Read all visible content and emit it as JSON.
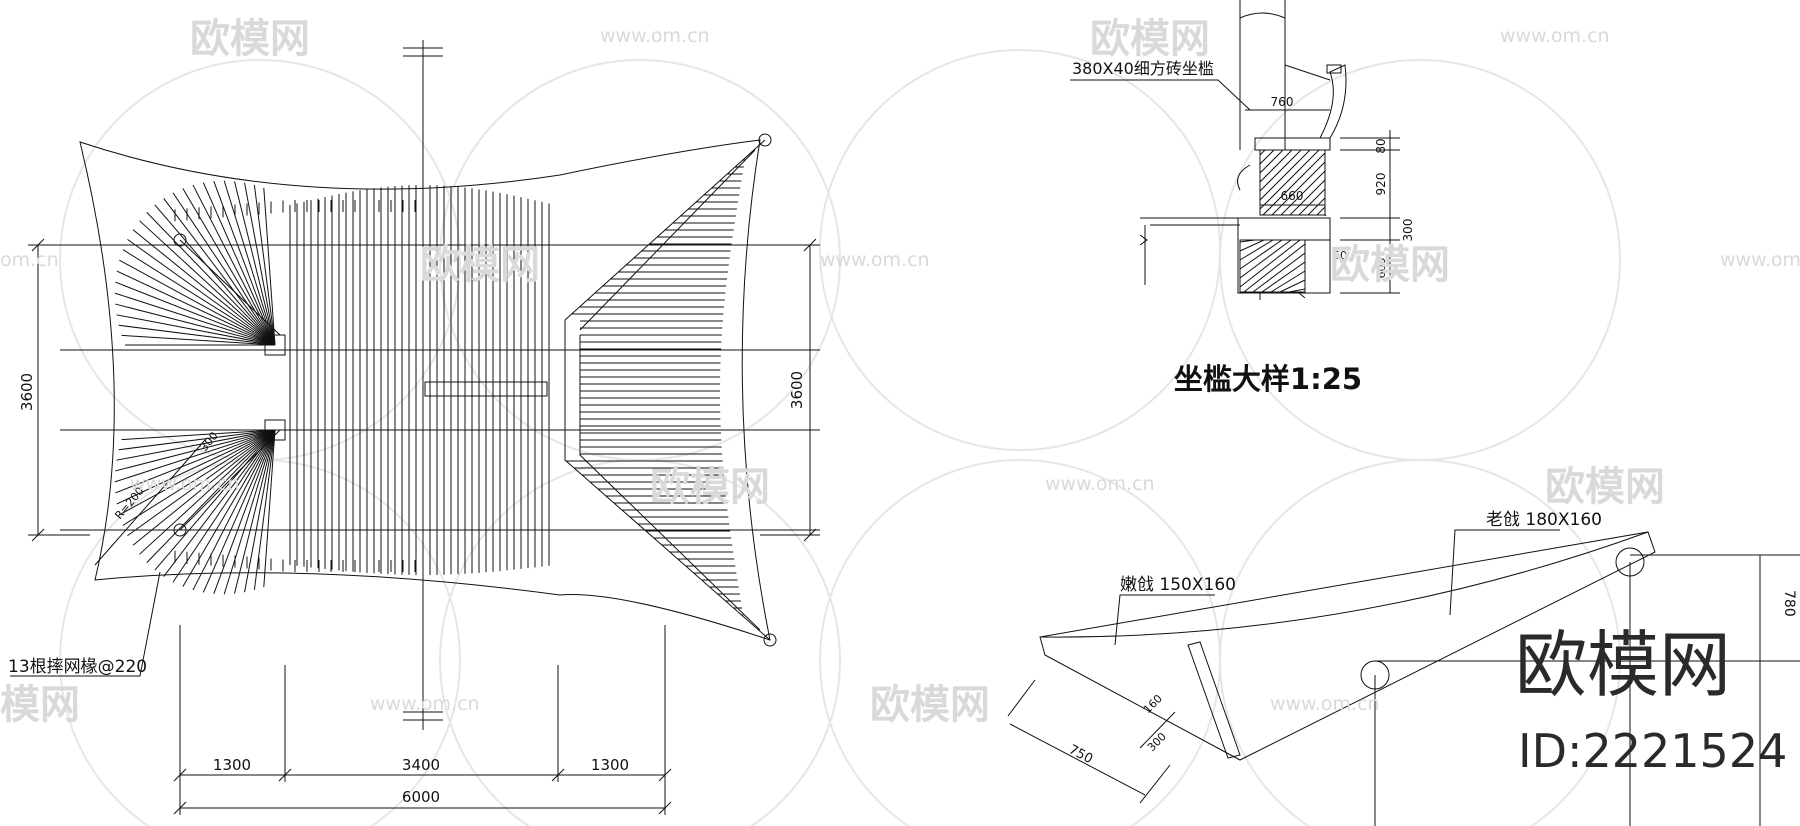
{
  "watermark": {
    "brand": "欧模网",
    "url": "www.om.cn",
    "url_partial": "om.cn",
    "brand_partial": "模网",
    "brand_partial2": "欧模网"
  },
  "plan": {
    "dim_overall_height_left": "3600",
    "dim_overall_height_right": "3600",
    "dim_bottom_segments": [
      "1300",
      "3400",
      "1300"
    ],
    "dim_bottom_total": "6000",
    "rafter_note": "13根摔网椽@220",
    "diag_small_1": "R=200",
    "diag_small_2": "300"
  },
  "sill_detail": {
    "note": "380X40细方砖坐槛",
    "dim_top": "760",
    "dim_mid": "660",
    "dim_right": [
      "80",
      "920",
      "300",
      "600"
    ],
    "dim_small": "50",
    "title": "坐槛大样1:25"
  },
  "beam_detail": {
    "label_old": "老戗 180X160",
    "label_young": "嫩戗 150X160",
    "dim_750": "750",
    "dim_160": "160",
    "dim_300": "300",
    "dim_right": "780"
  },
  "brand_block": {
    "name": "欧模网",
    "id": "ID:2221524"
  }
}
